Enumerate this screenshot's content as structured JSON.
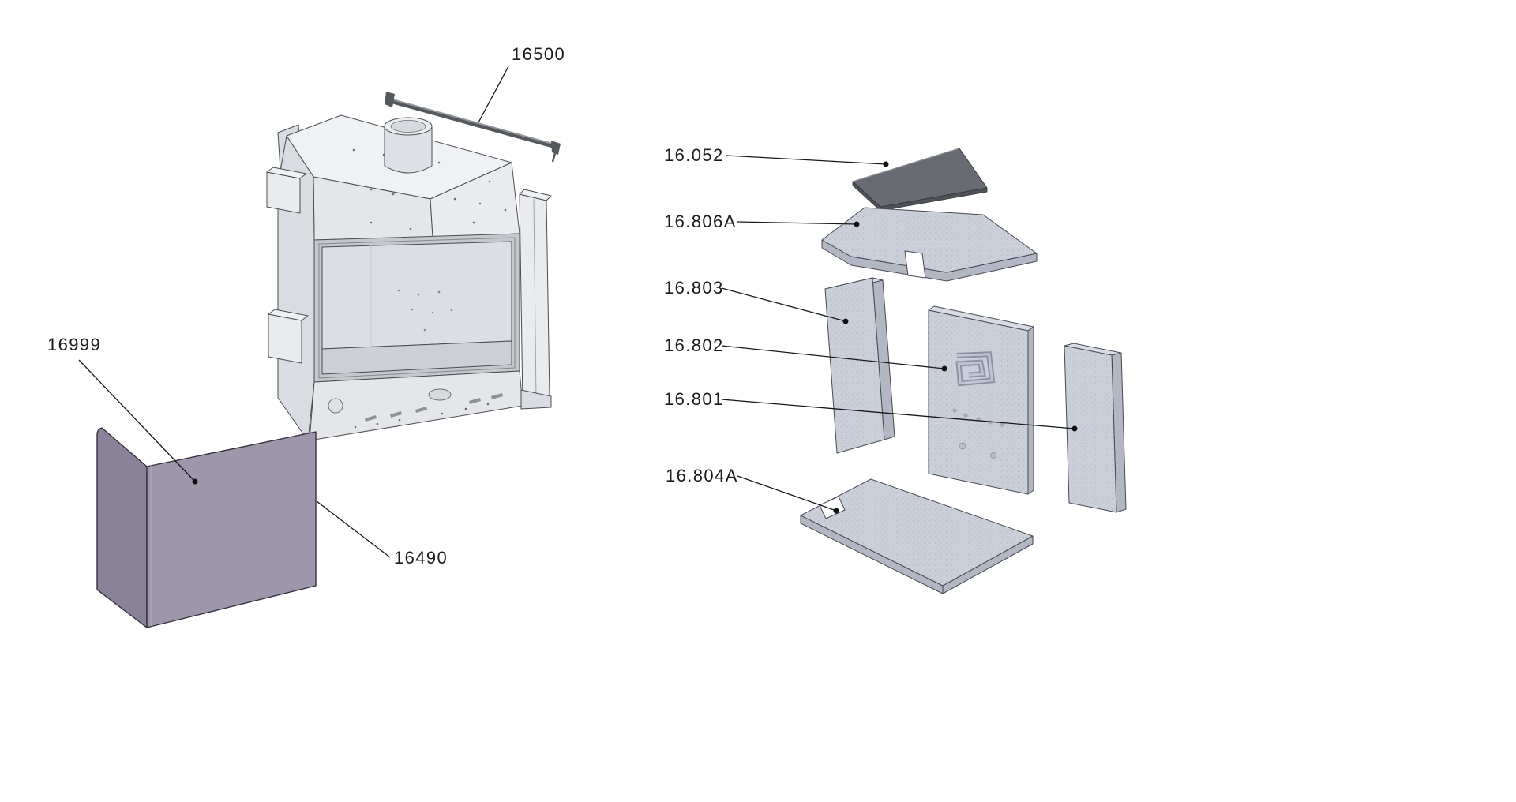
{
  "diagram": {
    "type": "exploded-parts-diagram",
    "background": "#ffffff",
    "colors": {
      "steel_body": "#e9ebee",
      "outer_casing": "#9e97ab",
      "outer_casing_shade": "#8a8298",
      "refractory_brick": "#cbcfd9",
      "smoke_plate": "#686b71",
      "outline": "#4a4d52",
      "label_text": "#1b1b1b"
    },
    "parts": [
      {
        "id": "top-rail",
        "label": "16500"
      },
      {
        "id": "outer-casing",
        "label": "16999"
      },
      {
        "id": "casing-panel",
        "label": "16490"
      },
      {
        "id": "smoke-plate",
        "label": "16.052"
      },
      {
        "id": "baffle-plate",
        "label": "16.806A"
      },
      {
        "id": "left-brick",
        "label": "16.803"
      },
      {
        "id": "back-brick",
        "label": "16.802"
      },
      {
        "id": "right-brick",
        "label": "16.801"
      },
      {
        "id": "base-plate",
        "label": "16.804A"
      }
    ]
  }
}
